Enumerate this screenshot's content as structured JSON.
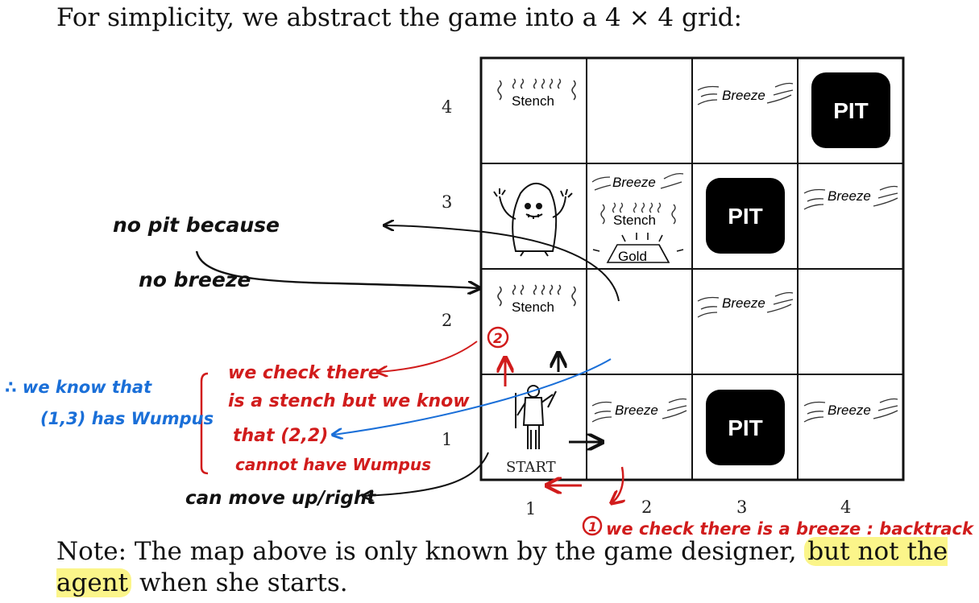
{
  "intro": {
    "prefix": "For simplicity, we abstract the game into a ",
    "math": "4 × 4",
    "suffix": " grid:"
  },
  "grid": {
    "row_labels": [
      "4",
      "3",
      "2",
      "1"
    ],
    "col_labels": [
      "1",
      "2",
      "3",
      "4"
    ],
    "cells": {
      "r4c1": "Stench",
      "r4c3": "Breeze",
      "r4c4": "PIT",
      "r3c2_breeze": "Breeze",
      "r3c2_stench": "Stench",
      "r3c2_gold": "Gold",
      "r3c3": "PIT",
      "r3c4": "Breeze",
      "r2c1": "Stench",
      "r2c3": "Breeze",
      "r1c1": "START",
      "r1c2": "Breeze",
      "r1c3": "PIT",
      "r1c4": "Breeze"
    }
  },
  "annotations": {
    "black_1": "no pit because",
    "black_2": "no breeze",
    "black_3": "can move up/right",
    "red_1": "we check there",
    "red_2": "is a stench but we know",
    "red_3": "that (2,2)",
    "red_4": "cannot have Wumpus",
    "red_5": "we check there is a breeze : backtrack",
    "red_circle_1": "1",
    "red_circle_2": "2",
    "blue_1": "∴ we know that",
    "blue_2": "(1,3) has Wumpus"
  },
  "note": {
    "prefix": "Note: The map above is only known by the game designer, ",
    "highlight": "but not the agent",
    "suffix": " when she starts."
  },
  "colors": {
    "annotation_red": "#d11c1c",
    "annotation_blue": "#1a6fd8",
    "highlight": "#fbf58a"
  }
}
